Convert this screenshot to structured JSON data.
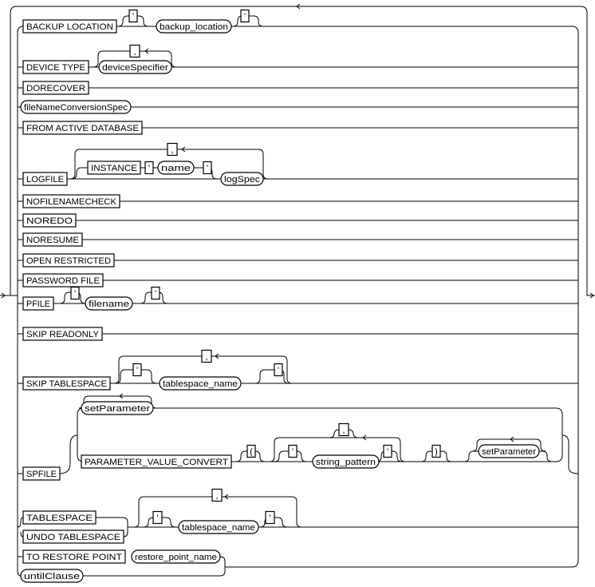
{
  "diagram": {
    "title": "duplicate options syntax",
    "terms": {
      "backup_location_kw": "BACKUP LOCATION",
      "quote": "'",
      "backup_location": "backup_location",
      "device_type": "DEVICE TYPE",
      "comma": ",",
      "deviceSpecifier": "deviceSpecifier",
      "dorecover": "DORECOVER",
      "fileNameConversionSpec": "fileNameConversionSpec",
      "from_active_database": "FROM ACTIVE DATABASE",
      "logfile": "LOGFILE",
      "instance": "INSTANCE",
      "name": "name",
      "logSpec": "logSpec",
      "nofilenamecheck": "NOFILENAMECHECK",
      "noredo": "NOREDO",
      "noresume": "NORESUME",
      "open_restricted": "OPEN RESTRICTED",
      "password_file": "PASSWORD FILE",
      "pfile": "PFILE",
      "filename": "filename",
      "skip_readonly": "SKIP READONLY",
      "skip_tablespace": "SKIP TABLESPACE",
      "tablespace_name": "tablespace_name",
      "spfile": "SPFILE",
      "setParameter": "setParameter",
      "parameter_value_convert": "PARAMETER_VALUE_CONVERT",
      "lparen": "(",
      "rparen": ")",
      "string_pattern": "string_pattern",
      "tablespace": "TABLESPACE",
      "undo_tablespace": "UNDO TABLESPACE",
      "to_restore_point": "TO RESTORE POINT",
      "restore_point_name": "restore_point_name",
      "untilClause": "untilClause"
    }
  }
}
